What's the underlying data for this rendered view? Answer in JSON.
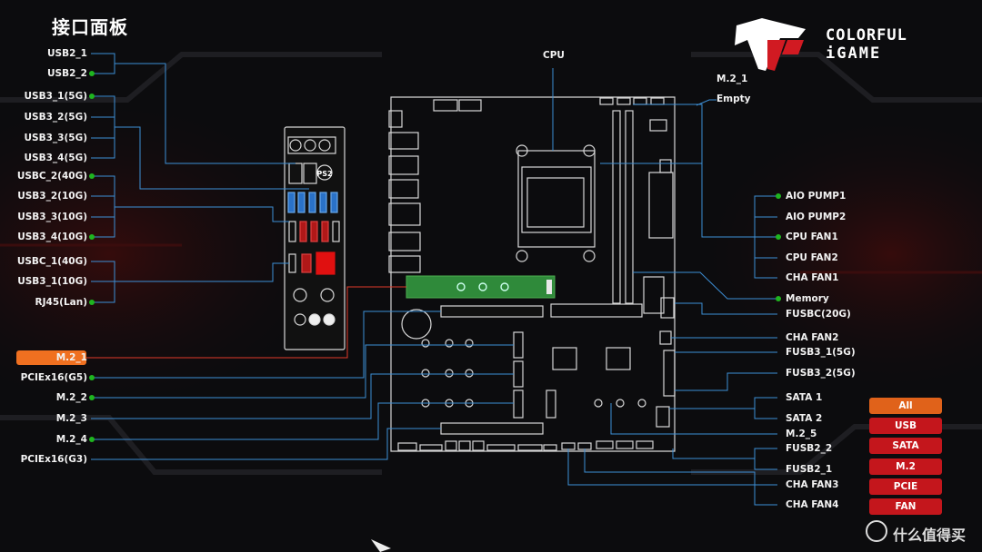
{
  "title": "接口面板",
  "brand": {
    "line1": "COLORFUL",
    "line2": "iGAME"
  },
  "watermark": {
    "text": "什么值得买"
  },
  "colors": {
    "accent_red": "#c4161c",
    "accent_orange": "#f07020",
    "line_blue": "#3d8fd6",
    "dot_green": "#1fb51f"
  },
  "top_labels": {
    "cpu": "CPU",
    "m2_1": "M.2_1",
    "empty": "Empty"
  },
  "left_labels": [
    {
      "text": "USB2_1",
      "dot": false
    },
    {
      "text": "USB2_2",
      "dot": true
    },
    {
      "text": "USB3_1(5G)",
      "dot": true
    },
    {
      "text": "USB3_2(5G)",
      "dot": false
    },
    {
      "text": "USB3_3(5G)",
      "dot": false
    },
    {
      "text": "USB3_4(5G)",
      "dot": false
    },
    {
      "text": "USBC_2(40G)",
      "dot": true
    },
    {
      "text": "USB3_2(10G)",
      "dot": false
    },
    {
      "text": "USB3_3(10G)",
      "dot": false
    },
    {
      "text": "USB3_4(10G)",
      "dot": true
    },
    {
      "text": "USBC_1(40G)",
      "dot": false
    },
    {
      "text": "USB3_1(10G)",
      "dot": false
    },
    {
      "text": "RJ45(Lan)",
      "dot": true
    },
    {
      "text": "M.2_1",
      "dot": false,
      "selected": true
    },
    {
      "text": "PCIEx16(G5)",
      "dot": true
    },
    {
      "text": "M.2_2",
      "dot": true
    },
    {
      "text": "M.2_3",
      "dot": false
    },
    {
      "text": "M.2_4",
      "dot": true
    },
    {
      "text": "PCIEx16(G3)",
      "dot": false
    }
  ],
  "right_labels": [
    {
      "text": "AIO PUMP1",
      "dot": true
    },
    {
      "text": "AIO PUMP2",
      "dot": false
    },
    {
      "text": "CPU FAN1",
      "dot": true
    },
    {
      "text": "CPU FAN2",
      "dot": false
    },
    {
      "text": "CHA FAN1",
      "dot": false
    },
    {
      "text": "Memory",
      "dot": true
    },
    {
      "text": "FUSBC(20G)",
      "dot": false
    },
    {
      "text": "CHA FAN2",
      "dot": false
    },
    {
      "text": "FUSB3_1(5G)",
      "dot": false
    },
    {
      "text": "FUSB3_2(5G)",
      "dot": false
    },
    {
      "text": "SATA 1",
      "dot": false
    },
    {
      "text": "SATA 2",
      "dot": false
    },
    {
      "text": "M.2_5",
      "dot": false
    },
    {
      "text": "FUSB2_2",
      "dot": false
    },
    {
      "text": "FUSB2_1",
      "dot": false
    },
    {
      "text": "CHA FAN3",
      "dot": false
    },
    {
      "text": "CHA FAN4",
      "dot": false
    }
  ],
  "filters": [
    {
      "label": "All",
      "active": true
    },
    {
      "label": "USB",
      "active": false
    },
    {
      "label": "SATA",
      "active": false
    },
    {
      "label": "M.2",
      "active": false
    },
    {
      "label": "PCIE",
      "active": false
    },
    {
      "label": "FAN",
      "active": false
    }
  ],
  "io_panel": {
    "ps2_label": "PS2"
  }
}
